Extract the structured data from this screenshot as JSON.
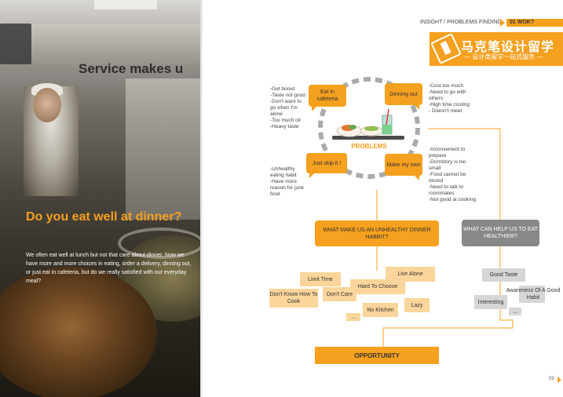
{
  "left_page": {
    "sign_text": "Service makes u",
    "headline": "Do you eat well at dinner?",
    "intro": "We often eat well at lunch but not that care about dinner. Now we have more and more choices in eating, order a delivery, dinning out, or just eat in cafeteria, but do we really satisfied with our everyday meal?"
  },
  "header": {
    "breadcrumb": "INSIGHT / PROBLEMS FINDING",
    "tag": "01 WOK?"
  },
  "logo": {
    "title": "马克笔设计留学",
    "subtitle": "— 设计类留学一站式服务 —"
  },
  "problems": {
    "center_label": "PROBLEMS",
    "bubbles": {
      "eat_in": "Eat in cafeteria",
      "dinning_out": "Dinning out",
      "skip": "Just skip it !",
      "own": "Make my own"
    },
    "notes": {
      "eat_in": [
        "-Get bored",
        "-Taste not good",
        "-Don't want to go when I'm alone",
        "-Too much oil",
        "-Heavy taste"
      ],
      "dinning_out": [
        "-Cost too much",
        "-Need to go with others",
        "-High time costing",
        "- Doesn't meet"
      ],
      "skip": [
        "-Unhealthy eating habit",
        "-Have more reason for junk food"
      ],
      "own": [
        "-Inconvenient to prepare",
        "-Dormitory is too small",
        "-Food cannot be stored",
        "-Need to talk to roommates",
        "-Not good at cooking"
      ]
    }
  },
  "questions": {
    "unhealthy": "WHAT MAKE US AN UNHEALTHY DINNER HABBIT?",
    "healthier": "WHAT CAN HELP US TO EAT HEALTHIER?"
  },
  "unhealthy_tags": [
    "Limit Time",
    "Live Alone",
    "Hard To Choose",
    "Don't Know How To Cook",
    "Don't Care",
    "Lazy",
    "No Kitchen",
    "..."
  ],
  "healthier_tags": [
    "Good Taste",
    "Awareness Of A Good Habit",
    "Interesting",
    "..."
  ],
  "opportunity": "OPPORTUNITY",
  "page_number": "03",
  "colors": {
    "accent": "#f5a01e",
    "light_accent": "#fbd59b",
    "gray": "#888888",
    "light_gray": "#d6d6d6"
  }
}
